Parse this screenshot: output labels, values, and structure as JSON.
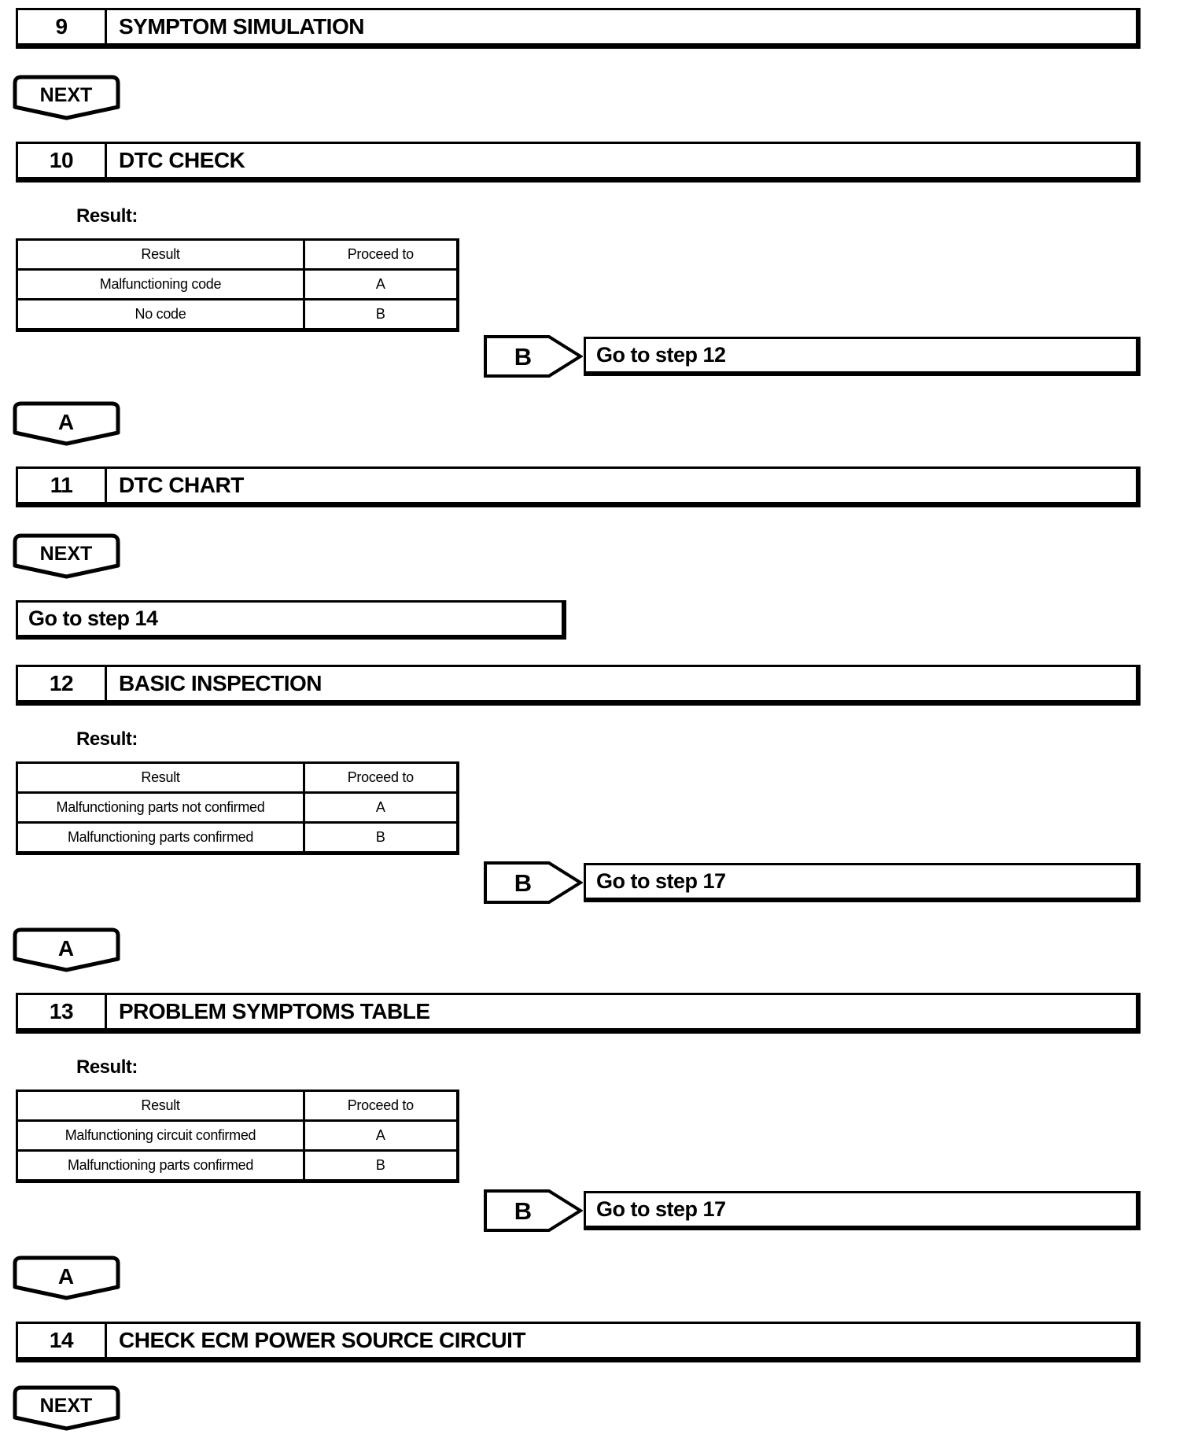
{
  "labels": {
    "result": "Result:",
    "next": "NEXT",
    "a": "A",
    "b": "B"
  },
  "steps": [
    {
      "number": "9",
      "title": "SYMPTOM SIMULATION"
    },
    {
      "number": "10",
      "title": "DTC CHECK"
    },
    {
      "number": "11",
      "title": "DTC CHART"
    },
    {
      "number": "12",
      "title": "BASIC INSPECTION"
    },
    {
      "number": "13",
      "title": "PROBLEM SYMPTOMS TABLE"
    },
    {
      "number": "14",
      "title": "CHECK ECM POWER SOURCE CIRCUIT"
    }
  ],
  "tables": [
    {
      "headers": [
        "Result",
        "Proceed to"
      ],
      "rows": [
        [
          "Malfunctioning code",
          "A"
        ],
        [
          "No code",
          "B"
        ]
      ]
    },
    {
      "headers": [
        "Result",
        "Proceed to"
      ],
      "rows": [
        [
          "Malfunctioning parts not confirmed",
          "A"
        ],
        [
          "Malfunctioning parts confirmed",
          "B"
        ]
      ]
    },
    {
      "headers": [
        "Result",
        "Proceed to"
      ],
      "rows": [
        [
          "Malfunctioning circuit confirmed",
          "A"
        ],
        [
          "Malfunctioning parts confirmed",
          "B"
        ]
      ]
    }
  ],
  "actions": {
    "b1": "Go to step 12",
    "goto14": "Go to step 14",
    "b2": "Go to step 17",
    "b3": "Go to step 17"
  }
}
